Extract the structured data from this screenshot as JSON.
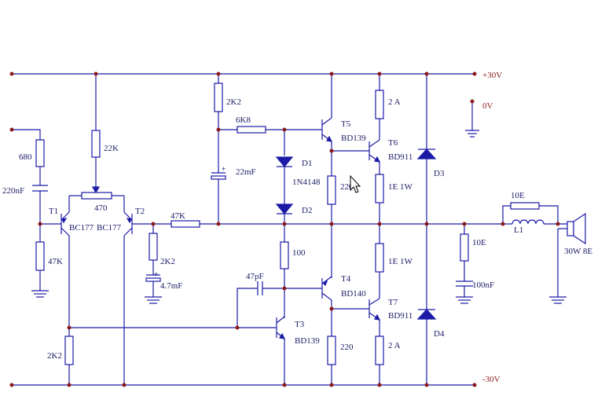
{
  "rails": {
    "pos": "+30V",
    "neg": "-30V",
    "gnd": "0V"
  },
  "components": {
    "r680": "680",
    "c220n": "220nF",
    "r47k_in": "47K",
    "pot22k": "22K",
    "pot470": "470",
    "t1": "T1",
    "t1_part": "BC177",
    "t2": "T2",
    "t2_part": "BC177",
    "r2k2_base": "2K2",
    "r47k_fb": "47K",
    "r2k2_fb": "2K2",
    "c4_7m": "4.7mF",
    "r2k2_top": "2K2",
    "r6k8": "6K8",
    "c22m": "22mF",
    "d1": "D1",
    "d1_part": "1N4148",
    "d2": "D2",
    "t5": "T5",
    "t5_part": "BD139",
    "t6": "T6",
    "t6_part": "BD911",
    "r2a_top": "2 A",
    "r220_top": "220",
    "r1e_top": "1E 1W",
    "d3": "D3",
    "r100": "100",
    "c47p": "47pF",
    "t4": "T4",
    "t4_part": "BD140",
    "t7": "T7",
    "t7_part": "BD911",
    "r1e_bot": "1E 1W",
    "t3": "T3",
    "t3_part": "BD139",
    "r220_bot": "220",
    "r2a_bot": "2 A",
    "d4": "D4",
    "r10e_z": "10E",
    "c100n": "100nF",
    "r10e_l": "10E",
    "l1": "L1",
    "spk": "30W 8E"
  }
}
